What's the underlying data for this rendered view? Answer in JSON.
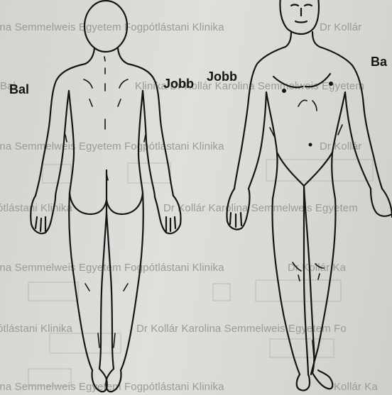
{
  "watermark": {
    "segments": [
      "ina Semmelweis Egyetem Fogpótlástani Klinika",
      "Dr Kollár",
      "Bal",
      "Klinika     Dr Kollár Karolina Semmelweis Egyetem",
      "ina Semmelweis Egyetem Fogpótlástani Klinika",
      "Dr Kollár",
      "ótlástani Klinika",
      "Dr Kollár Karolina Semmelweis Egyetem",
      "ina Semmelweis Egyetem Fogpótlástani Klinika",
      "Dr Kollár Ka",
      "ótlástani Klinika",
      "Dr Kollár Karolina Semmelweis Egyetem Fo",
      "ina Semmelweis Egyetem Fogpótlástani Klinika",
      "Kollár Ka"
    ]
  },
  "labels": {
    "back_left": "Bal",
    "back_right": "Jobb",
    "front_right": "Jobb",
    "front_left": "Ba"
  },
  "colors": {
    "paper": "#dcdbd7",
    "ink": "#151515",
    "watermark": "#9a9a98"
  }
}
